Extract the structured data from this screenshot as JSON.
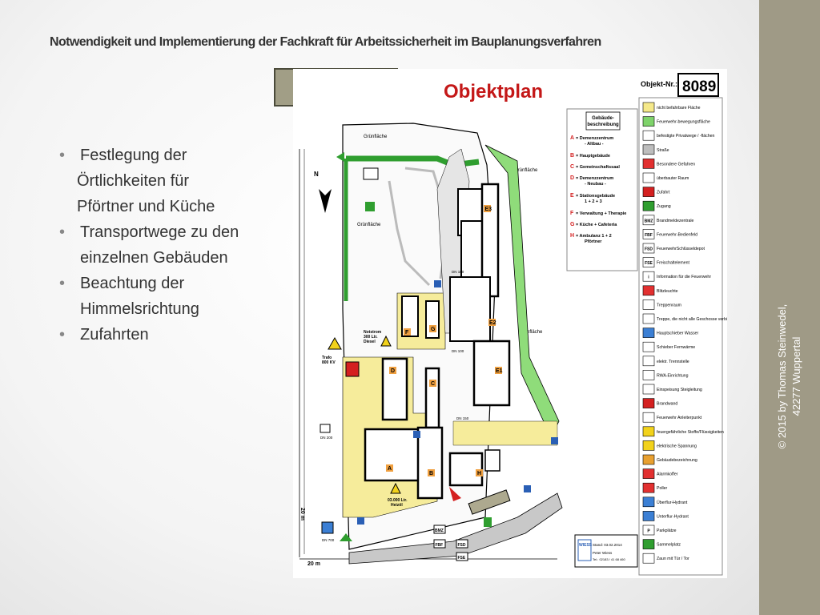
{
  "slide": {
    "title": "Notwendigkeit und Implementierung  der Fachkraft für Arbeitssicherheit im Bauplanungsverfahren",
    "bullets": [
      {
        "lines": [
          "Festlegung der",
          "Örtlichkeiten für",
          "Pförtner und Küche"
        ]
      },
      {
        "lines": [
          "Transportwege zu den",
          "einzelnen Gebäuden"
        ]
      },
      {
        "lines": [
          "Beachtung der",
          "Himmelsrichtung"
        ]
      },
      {
        "lines": [
          "Zufahrten"
        ]
      }
    ],
    "footer_line1": "© 2015 by  Thomas Steinwedel,",
    "footer_line2": "42277 Wuppertal"
  },
  "map": {
    "heading": "Objektplan",
    "object_label": "Objekt-Nr.:",
    "object_number": "8089",
    "gruenflaeche": "Grünfläche",
    "north": "N",
    "scale_20m": "20 m",
    "gebaeude_title_1": "Gebäude-",
    "gebaeude_title_2": "beschreibung",
    "buildings": [
      {
        "letter": "A",
        "line1": "= Demenzzentrum",
        "line2": "- Altbau -"
      },
      {
        "letter": "B",
        "line1": "= Hauptgebäude",
        "line2": ""
      },
      {
        "letter": "C",
        "line1": "= Gemeinschaftssaal",
        "line2": ""
      },
      {
        "letter": "D",
        "line1": "= Demenzzentrum",
        "line2": "- Neubau -"
      },
      {
        "letter": "E",
        "line1": "= Stationsgebäude",
        "line2": "1 + 2 + 3"
      },
      {
        "letter": "F",
        "line1": "= Verwaltung + Therapie",
        "line2": ""
      },
      {
        "letter": "G",
        "line1": "= Küche + Cafeteria",
        "line2": ""
      },
      {
        "letter": "H",
        "line1": "= Ambulanz  1 + 2",
        "line2": "Pförtner"
      }
    ],
    "legend": [
      {
        "label": "nicht befahrbare Fläche",
        "swatch": "#f5e98a"
      },
      {
        "label": "Feuerwehr-bewegungsfläche",
        "swatch": "#7fd36b"
      },
      {
        "label": "befestigte Privatwege / -flächen",
        "swatch": "#ffffff"
      },
      {
        "label": "Straße",
        "swatch": "#bdbdbd"
      },
      {
        "label": "Besondere Gefahren",
        "swatch": "#e23030"
      },
      {
        "label": "überbauter Raum",
        "swatch": "#ffffff"
      },
      {
        "label": "Zufahrt",
        "swatch": "#d42020"
      },
      {
        "label": "Zugang",
        "swatch": "#2f9e2f"
      },
      {
        "label": "Brandmeldezentrale",
        "swatch": "BMZ"
      },
      {
        "label": "Feuerwehr-Bedienfeld",
        "swatch": "FBF"
      },
      {
        "label": "FeuerwehrSchlüsseldepot",
        "swatch": "FSD"
      },
      {
        "label": "Freischaltelement",
        "swatch": "FSE"
      },
      {
        "label": "Information für die Feuerwehr",
        "swatch": "i"
      },
      {
        "label": "Blitzleuchte",
        "swatch": "#e23030"
      },
      {
        "label": "Treppenraum",
        "swatch": "#ffffff"
      },
      {
        "label": "Treppe, die nicht alle Geschosse verbindet",
        "swatch": "#ffffff"
      },
      {
        "label": "Hauptschieber Wasser",
        "swatch": "#3b7fd4"
      },
      {
        "label": "Schieber Fernwärme",
        "swatch": "#ffffff"
      },
      {
        "label": "elektr. Trennstelle",
        "swatch": "#ffffff"
      },
      {
        "label": "RWA-Einrichtung",
        "swatch": "#ffffff"
      },
      {
        "label": "Einspeisung Steigleitung",
        "swatch": "#ffffff"
      },
      {
        "label": "Brandwand",
        "swatch": "#d42020"
      },
      {
        "label": "Feuerwehr Anleiterpunkt",
        "swatch": "#ffffff"
      },
      {
        "label": "feuergefährliche Stoffe/Flüssigkeiten",
        "swatch": "#f2d21b"
      },
      {
        "label": "elektrische Spannung",
        "swatch": "#f2d21b"
      },
      {
        "label": "Gebäudebezeichnung",
        "swatch": "#e8a030"
      },
      {
        "label": "Alarmkoffer",
        "swatch": "#e23030"
      },
      {
        "label": "Poller",
        "swatch": "#e23030"
      },
      {
        "label": "Überflur-Hydrant",
        "swatch": "#3b7fd4"
      },
      {
        "label": "Unterflur-Hydrant",
        "swatch": "#3b7fd4"
      },
      {
        "label": "Parkplätze",
        "swatch": "P"
      },
      {
        "label": "Sammelplatz",
        "swatch": "#2f9e2f"
      },
      {
        "label": "Zaun mit Tür / Tor",
        "swatch": "#ffffff"
      }
    ],
    "notstrom": [
      "Notstrom",
      "300 Ltr.",
      "Diesel"
    ],
    "trafo": [
      "Trafo",
      "800 KV"
    ],
    "heizoel": [
      "03.000 Ltr.",
      "Heizöl"
    ],
    "dn200": "DN 200",
    "dn150": "DN 150",
    "dn100": "DN 100",
    "dn700": "DN 700",
    "sign": {
      "brand": "WIESS",
      "stand": "Stand:  03.02.2014",
      "author": "Peter Wiess",
      "tel": "Tel.: 02183 / 41 68 460"
    }
  }
}
